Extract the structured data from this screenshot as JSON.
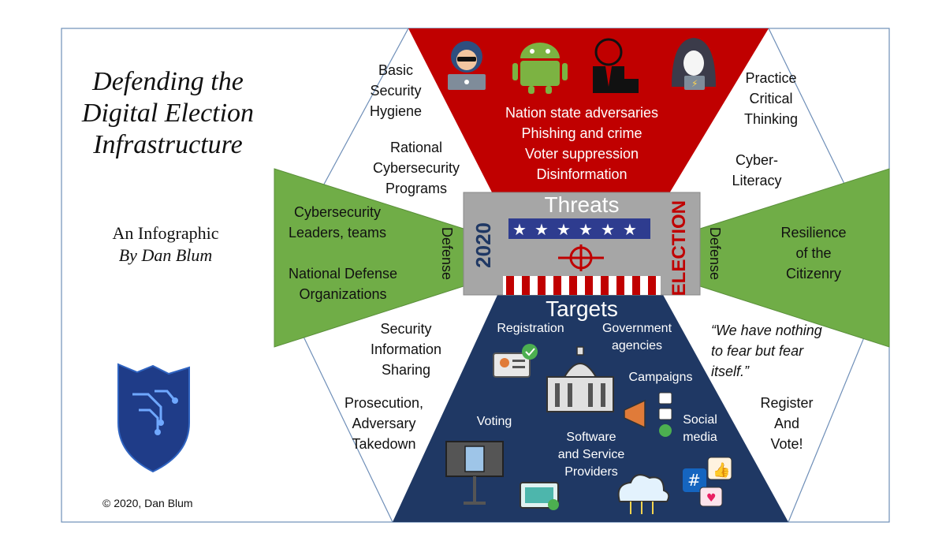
{
  "title_lines": [
    "Defending the",
    "Digital Election",
    "Infrastructure"
  ],
  "subtitle": "An Infographic",
  "byline": "By Dan Blum",
  "copyright": "© 2020, Dan Blum",
  "threats": {
    "heading": "Threats",
    "items": [
      "Nation state adversaries",
      "Phishing and crime",
      "Voter suppression",
      "Disinformation"
    ]
  },
  "targets": {
    "heading": "Targets",
    "registration": "Registration",
    "government": [
      "Government",
      "agencies"
    ],
    "campaigns": "Campaigns",
    "voting": "Voting",
    "social": [
      "Social",
      "media"
    ],
    "software": [
      "Software",
      "and Service",
      "Providers"
    ]
  },
  "center": {
    "year": "2020",
    "election": "ELECTION"
  },
  "left_defense": {
    "label": "Defense",
    "leaders": [
      "Cybersecurity",
      "Leaders, teams"
    ],
    "national": [
      "National Defense",
      "Organizations"
    ]
  },
  "right_defense": {
    "label": "Defense",
    "resilience": [
      "Resilience",
      "of the",
      "Citizenry"
    ]
  },
  "left_upper": {
    "hygiene": [
      "Basic",
      "Security",
      "Hygiene"
    ],
    "programs": [
      "Rational",
      "Cybersecurity",
      "Programs"
    ]
  },
  "left_lower": {
    "sharing": [
      "Security",
      "Information",
      "Sharing"
    ],
    "prosecution": [
      "Prosecution,",
      "Adversary",
      "Takedown"
    ]
  },
  "right_upper": {
    "critical": [
      "Practice",
      "Critical",
      "Thinking"
    ],
    "literacy": [
      "Cyber-",
      "Literacy"
    ]
  },
  "right_lower": {
    "quote": [
      "“We have nothing",
      "to fear but fear",
      "itself.”"
    ],
    "register": [
      "Register",
      "And",
      "Vote!"
    ]
  },
  "colors": {
    "red": "#c00000",
    "navy": "#1f3864",
    "green": "#70ad47",
    "gray": "#a6a6a6",
    "flag_blue": "#2e3c8f",
    "outline": "#6f8fb8"
  }
}
